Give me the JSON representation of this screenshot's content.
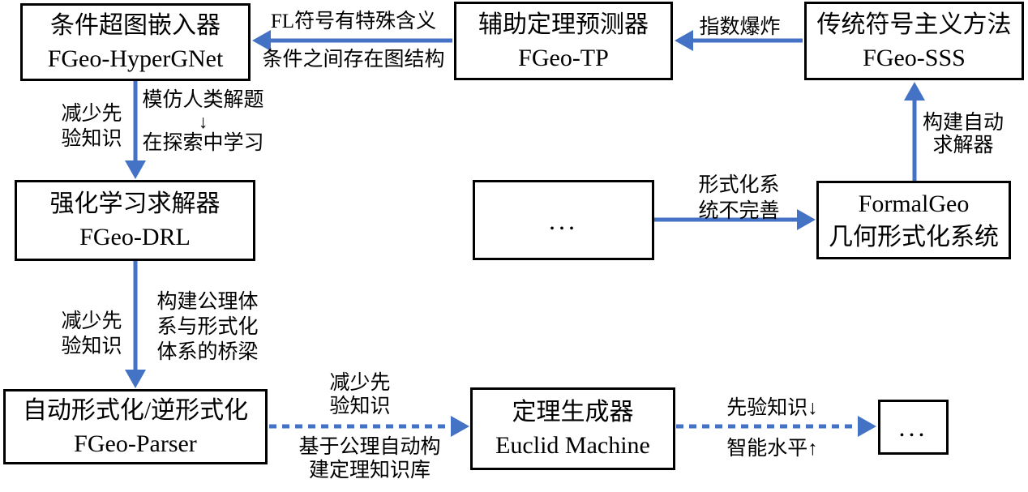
{
  "colors": {
    "arrow": "#4472C4",
    "node_border": "#000000",
    "text": "#000000",
    "background": "#ffffff"
  },
  "nodes": {
    "hypergnet": {
      "line1": "条件超图嵌入器",
      "line2": "FGeo-HyperGNet"
    },
    "tp": {
      "line1": "辅助定理预测器",
      "line2": "FGeo-TP"
    },
    "sss": {
      "line1": "传统符号主义方法",
      "line2": "FGeo-SSS"
    },
    "drl": {
      "line1": "强化学习求解器",
      "line2": "FGeo-DRL"
    },
    "ellipsis_mid": {
      "line1": "..."
    },
    "formalgeo": {
      "line1": "FormalGeo",
      "line2": "几何形式化系统"
    },
    "parser": {
      "line1": "自动形式化/逆形式化",
      "line2": "FGeo-Parser"
    },
    "euclid": {
      "line1": "定理生成器",
      "line2": "Euclid Machine"
    },
    "ellipsis_end": {
      "line1": "..."
    }
  },
  "edges": {
    "tp_to_hypergnet": {
      "top": "FL符号有特殊含义",
      "bottom": "条件之间存在图结构"
    },
    "sss_to_tp": {
      "label": "指数爆炸"
    },
    "hypergnet_to_drl": {
      "left1": "减少先",
      "left2": "验知识",
      "right1": "模仿人类解题",
      "right_arrow": "↓",
      "right2": "在探索中学习"
    },
    "formalgeo_to_sss": {
      "label1": "构建自动",
      "label2": "求解器"
    },
    "ellipsis_to_formalgeo": {
      "label1": "形式化系",
      "label2": "统不完善"
    },
    "drl_to_parser": {
      "left1": "减少先",
      "left2": "验知识",
      "right1": "构建公理体",
      "right2": "系与形式化",
      "right3": "体系的桥梁"
    },
    "parser_to_euclid": {
      "top1": "减少先",
      "top2": "验知识",
      "bottom1": "基于公理自动构",
      "bottom2": "建定理知识库"
    },
    "euclid_to_ellipsis": {
      "top": "先验知识↓",
      "bottom": "智能水平↑"
    }
  }
}
